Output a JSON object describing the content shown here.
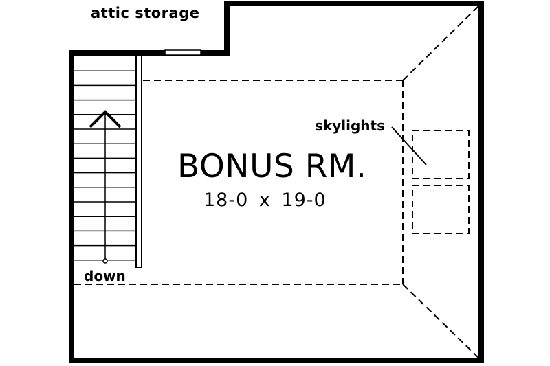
{
  "labels": {
    "attic_storage": "attic storage",
    "room_name": "BONUS RM.",
    "room_dimensions": "18-0 x 19-0",
    "skylights": "skylights",
    "stair_direction": "down"
  },
  "colors": {
    "line": "#000000",
    "background": "#ffffff"
  }
}
